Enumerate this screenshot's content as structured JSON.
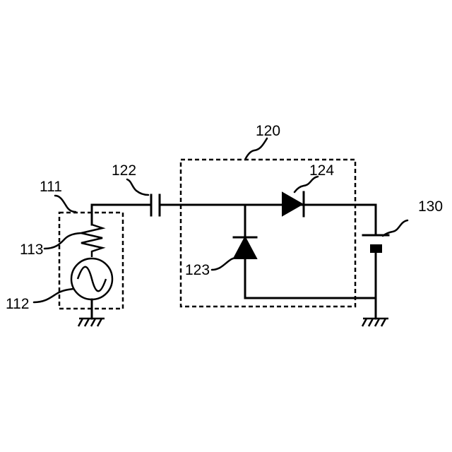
{
  "labels": {
    "source_module": "111",
    "ac_source": "112",
    "resistor": "113",
    "rectifier_block": "120",
    "capacitor": "122",
    "shunt_diode": "123",
    "series_diode": "124",
    "battery": "130"
  }
}
